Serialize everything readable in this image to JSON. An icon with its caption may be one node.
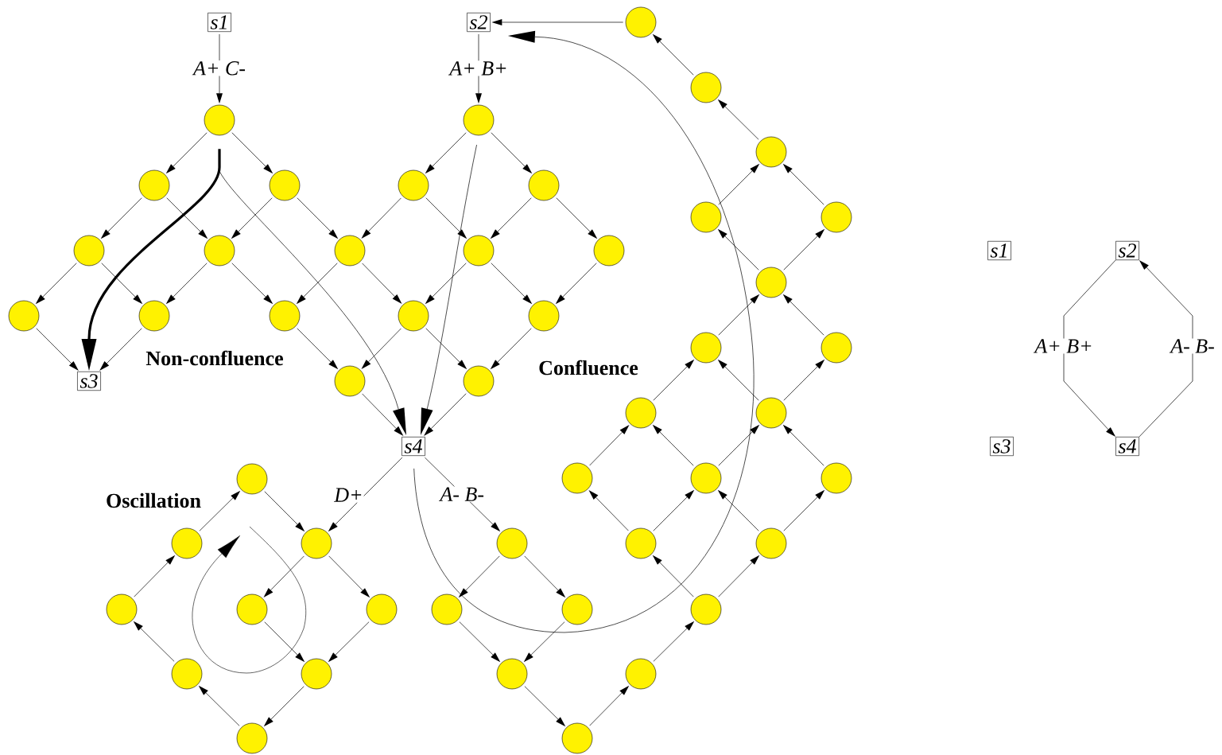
{
  "diagram": {
    "nodes": [
      {
        "text": [
          "s1"
        ]
      },
      {
        "text": [
          "s2"
        ]
      },
      {
        "text": [],
        "shape": "circle"
      },
      {
        "text": [],
        "shape": "circle"
      },
      {
        "text": [],
        "shape": "circle"
      },
      {
        "text": [],
        "shape": "circle"
      },
      {
        "text": [],
        "shape": "circle"
      },
      {
        "text": [],
        "shape": "circle"
      },
      {
        "text": [],
        "shape": "circle"
      },
      {
        "text": [],
        "shape": "circle"
      },
      {
        "text": [],
        "shape": "circle"
      },
      {
        "text": [],
        "shape": "circle"
      },
      {
        "text": [],
        "shape": "circle"
      },
      {
        "text": [],
        "shape": "circle"
      },
      {
        "text": [],
        "shape": "circle"
      },
      {
        "text": [],
        "shape": "circle"
      },
      {
        "text": [],
        "shape": "circle"
      },
      {
        "text": [],
        "shape": "circle"
      },
      {
        "text": [],
        "shape": "circle"
      },
      {
        "text": [],
        "shape": "circle"
      },
      {
        "text": [],
        "shape": "circle"
      },
      {
        "text": [],
        "shape": "circle"
      },
      {
        "text": [],
        "shape": "circle"
      },
      {
        "text": [],
        "shape": "circle"
      },
      {
        "text": [],
        "shape": "circle"
      },
      {
        "text": [],
        "shape": "circle"
      },
      {
        "text": [
          "s3"
        ]
      },
      {
        "text": [],
        "shape": "circle"
      },
      {
        "text": [],
        "shape": "circle"
      },
      {
        "text": [],
        "shape": "circle"
      },
      {
        "text": [],
        "shape": "circle"
      },
      {
        "text": [
          "s4"
        ]
      },
      {
        "text": [],
        "shape": "circle"
      },
      {
        "text": [],
        "shape": "circle"
      },
      {
        "text": [],
        "shape": "circle"
      },
      {
        "text": [],
        "shape": "circle"
      },
      {
        "text": [],
        "shape": "circle"
      },
      {
        "text": [],
        "shape": "circle"
      },
      {
        "text": [],
        "shape": "circle"
      },
      {
        "text": [],
        "shape": "circle"
      },
      {
        "text": [],
        "shape": "circle"
      },
      {
        "text": [],
        "shape": "circle"
      },
      {
        "text": [],
        "shape": "circle"
      },
      {
        "text": [],
        "shape": "circle"
      },
      {
        "text": [],
        "shape": "circle"
      },
      {
        "text": [],
        "shape": "circle"
      },
      {
        "text": [],
        "shape": "circle"
      },
      {
        "text": [],
        "shape": "circle"
      },
      {
        "text": [],
        "shape": "circle"
      },
      {
        "text": [],
        "shape": "circle"
      },
      {
        "text": [],
        "shape": "circle"
      },
      {
        "text": [],
        "shape": "circle"
      },
      {
        "text": [],
        "shape": "circle"
      },
      {
        "text": [
          "s1"
        ]
      },
      {
        "text": [
          "s2"
        ]
      },
      {
        "text": [
          "s3"
        ]
      },
      {
        "text": [
          "s4"
        ]
      }
    ],
    "edges": [
      {
        "from": 0,
        "to": 4,
        "arrow": "to",
        "label": "A+ C-"
      },
      {
        "from": 4,
        "to": 7,
        "arrow": "to"
      },
      {
        "from": 4,
        "to": 8,
        "arrow": "to"
      },
      {
        "from": 7,
        "to": 13,
        "arrow": "to"
      },
      {
        "from": 7,
        "to": 14,
        "arrow": "to"
      },
      {
        "from": 8,
        "to": 14,
        "arrow": "to"
      },
      {
        "from": 8,
        "to": 15,
        "arrow": "to"
      },
      {
        "from": 13,
        "to": 19,
        "arrow": "to"
      },
      {
        "from": 13,
        "to": 20,
        "arrow": "to"
      },
      {
        "from": 14,
        "to": 20,
        "arrow": "to"
      },
      {
        "from": 14,
        "to": 21,
        "arrow": "to"
      },
      {
        "from": 15,
        "to": 21,
        "arrow": "to"
      },
      {
        "from": 15,
        "to": 22,
        "arrow": "to"
      },
      {
        "from": 19,
        "to": 26,
        "arrow": "to"
      },
      {
        "from": 20,
        "to": 26,
        "arrow": "to"
      },
      {
        "from": 21,
        "to": 27,
        "arrow": "to"
      },
      {
        "from": 22,
        "to": 27,
        "arrow": "to"
      },
      {
        "from": 22,
        "to": 28,
        "arrow": "to"
      },
      {
        "from": 23,
        "to": 28,
        "arrow": "to"
      },
      {
        "from": 27,
        "to": 31,
        "arrow": "to"
      },
      {
        "from": 28,
        "to": 31,
        "arrow": "to"
      },
      {
        "from": 1,
        "to": 5,
        "arrow": "to",
        "label": "A+ B+"
      },
      {
        "from": 5,
        "to": 9,
        "arrow": "to"
      },
      {
        "from": 5,
        "to": 10,
        "arrow": "to"
      },
      {
        "from": 9,
        "to": 15,
        "arrow": "to"
      },
      {
        "from": 9,
        "to": 16,
        "arrow": "to"
      },
      {
        "from": 10,
        "to": 16,
        "arrow": "to"
      },
      {
        "from": 10,
        "to": 17,
        "arrow": "to"
      },
      {
        "from": 16,
        "to": 22,
        "arrow": "to"
      },
      {
        "from": 16,
        "to": 23,
        "arrow": "to"
      },
      {
        "from": 17,
        "to": 23,
        "arrow": "to"
      },
      {
        "from": 2,
        "to": 1,
        "arrow": "to"
      },
      {
        "from": 3,
        "to": 2,
        "arrow": "to"
      },
      {
        "from": 6,
        "to": 3,
        "arrow": "to"
      },
      {
        "from": 11,
        "to": 6,
        "arrow": "to"
      },
      {
        "from": 12,
        "to": 6,
        "arrow": "to"
      },
      {
        "from": 18,
        "to": 11,
        "arrow": "to"
      },
      {
        "from": 18,
        "to": 12,
        "arrow": "to"
      },
      {
        "from": 24,
        "to": 18,
        "arrow": "to"
      },
      {
        "from": 25,
        "to": 18,
        "arrow": "to"
      },
      {
        "from": 29,
        "to": 24,
        "arrow": "to"
      },
      {
        "from": 30,
        "to": 24,
        "arrow": "to"
      },
      {
        "from": 30,
        "to": 25,
        "arrow": "to"
      },
      {
        "from": 33,
        "to": 29,
        "arrow": "to"
      },
      {
        "from": 34,
        "to": 29,
        "arrow": "to"
      },
      {
        "from": 34,
        "to": 30,
        "arrow": "to"
      },
      {
        "from": 35,
        "to": 30,
        "arrow": "to"
      },
      {
        "from": 39,
        "to": 33,
        "arrow": "to"
      },
      {
        "from": 39,
        "to": 34,
        "arrow": "to"
      },
      {
        "from": 40,
        "to": 34,
        "arrow": "to"
      },
      {
        "from": 40,
        "to": 35,
        "arrow": "to"
      },
      {
        "from": 46,
        "to": 39,
        "arrow": "to"
      },
      {
        "from": 46,
        "to": 40,
        "arrow": "to"
      },
      {
        "from": 50,
        "to": 46,
        "arrow": "to"
      },
      {
        "from": 52,
        "to": 50,
        "arrow": "to"
      },
      {
        "from": 49,
        "to": 52,
        "arrow": "to"
      },
      {
        "from": 44,
        "to": 49,
        "arrow": "to"
      },
      {
        "from": 45,
        "to": 49,
        "arrow": "to"
      },
      {
        "from": 38,
        "to": 44,
        "arrow": "to"
      },
      {
        "from": 38,
        "to": 45,
        "arrow": "to"
      },
      {
        "from": 31,
        "to": 38,
        "arrow": "to",
        "label": "A- B-"
      },
      {
        "from": 31,
        "to": 37,
        "arrow": "to",
        "label": "D+"
      },
      {
        "from": 36,
        "to": 32,
        "arrow": "to"
      },
      {
        "from": 32,
        "to": 37,
        "arrow": "to"
      },
      {
        "from": 37,
        "to": 42,
        "arrow": "to"
      },
      {
        "from": 37,
        "to": 43,
        "arrow": "to"
      },
      {
        "from": 41,
        "to": 36,
        "arrow": "to"
      },
      {
        "from": 42,
        "to": 48,
        "arrow": "to"
      },
      {
        "from": 43,
        "to": 48,
        "arrow": "to"
      },
      {
        "from": 47,
        "to": 41,
        "arrow": "to"
      },
      {
        "from": 48,
        "to": 51,
        "arrow": "to"
      },
      {
        "from": 51,
        "to": 47,
        "arrow": "to"
      },
      {
        "from": 4,
        "to": 26,
        "arrow": "to",
        "style": "thick"
      },
      {
        "from": 4,
        "to": 31,
        "arrow": "to"
      },
      {
        "from": 5,
        "to": 31,
        "arrow": "to"
      },
      {
        "from": 31,
        "to": 1,
        "arrow": "to"
      },
      {
        "from": 54,
        "to": 56,
        "arrow": "to",
        "label": "A+ B+"
      },
      {
        "from": 56,
        "to": 54,
        "arrow": "to",
        "label": "A- B-"
      }
    ],
    "labels": [
      "Non-confluence",
      "Confluence",
      "Oscillation"
    ]
  }
}
